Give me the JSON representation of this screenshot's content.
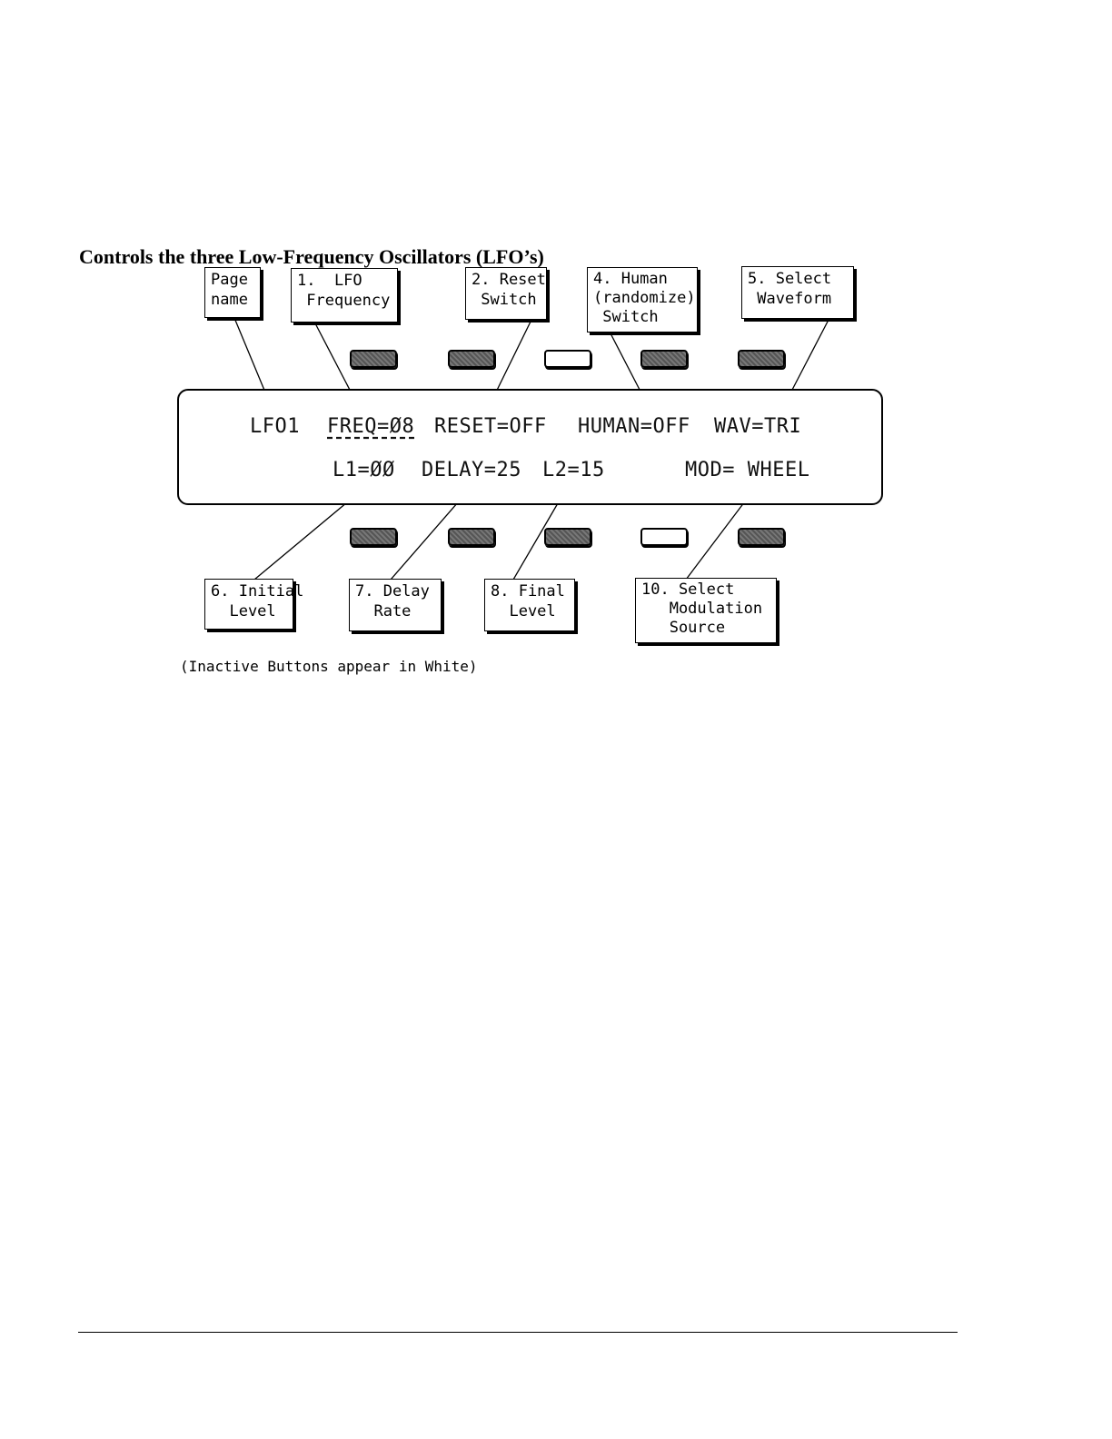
{
  "heading": "Controls the three Low-Frequency Oscillators (LFO’s)",
  "callouts_top": {
    "page_name": [
      "Page",
      "name"
    ],
    "lfo_frequency": [
      "1.  LFO",
      " Frequency"
    ],
    "reset_switch": [
      "2. Reset",
      " Switch"
    ],
    "human_switch": [
      "4. Human",
      "(randomize)",
      " Switch"
    ],
    "select_waveform": [
      "5. Select",
      " Waveform"
    ]
  },
  "callouts_bottom": {
    "initial_level": [
      "6. Initial",
      "  Level"
    ],
    "delay_rate": [
      "7. Delay",
      "  Rate"
    ],
    "final_level": [
      "8. Final",
      "  Level"
    ],
    "modulation_source": [
      "10. Select",
      "   Modulation",
      "   Source"
    ]
  },
  "lcd": {
    "page": "LFO1",
    "freq": "FREQ=Ø8",
    "reset": "RESET=OFF",
    "human": "HUMAN=OFF",
    "wav": "WAV=TRI",
    "l1": "L1=ØØ",
    "delay": "DELAY=25",
    "l2": "L2=15",
    "mod": "MOD= WHEEL"
  },
  "buttons_top": [
    "active",
    "active",
    "inactive",
    "active",
    "active"
  ],
  "buttons_bottom": [
    "active",
    "active",
    "active",
    "inactive",
    "active"
  ],
  "note": "(Inactive Buttons appear in White)"
}
